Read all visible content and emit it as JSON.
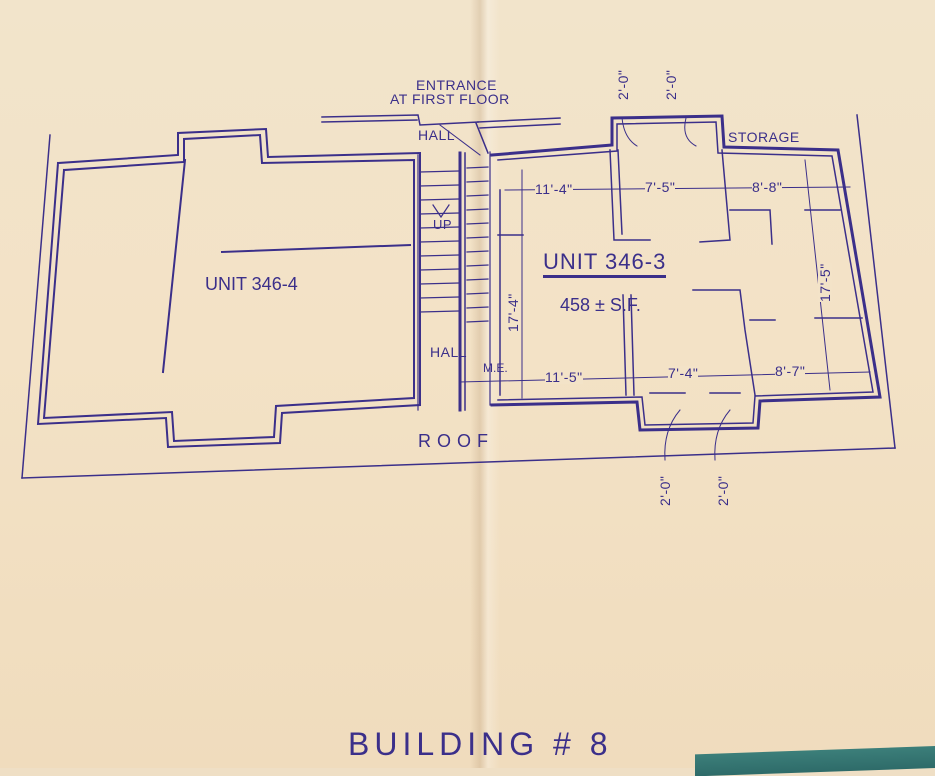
{
  "drawing": {
    "entrance_label_line1": "ENTRANCE",
    "entrance_label_line2": "AT FIRST FLOOR",
    "hall_top": "HALL",
    "hall_bottom": "HALL",
    "up_label": "UP",
    "storage_label": "STORAGE",
    "roof_label": "ROOF",
    "me_label": "M.E.",
    "unit_left": "UNIT 346-4",
    "unit_right": "UNIT 346-3",
    "unit_right_area": "458 ± S.F.",
    "building_title": "BUILDING # 8"
  },
  "dimensions": {
    "top_row": [
      "11'-4\"",
      "7'-5\"",
      "8'-8\""
    ],
    "bottom_row": [
      "11'-5\"",
      "7'-4\"",
      "8'-7\""
    ],
    "vertical_left": "17'-4\"",
    "vertical_right": "17'-5\"",
    "top_windows": [
      "2'-0\"",
      "2'-0\""
    ],
    "bottom_windows": [
      "2'-0\"",
      "2'-0\""
    ]
  },
  "colors": {
    "ink": "#3b2f8a",
    "paper": "#f2e4cb"
  }
}
